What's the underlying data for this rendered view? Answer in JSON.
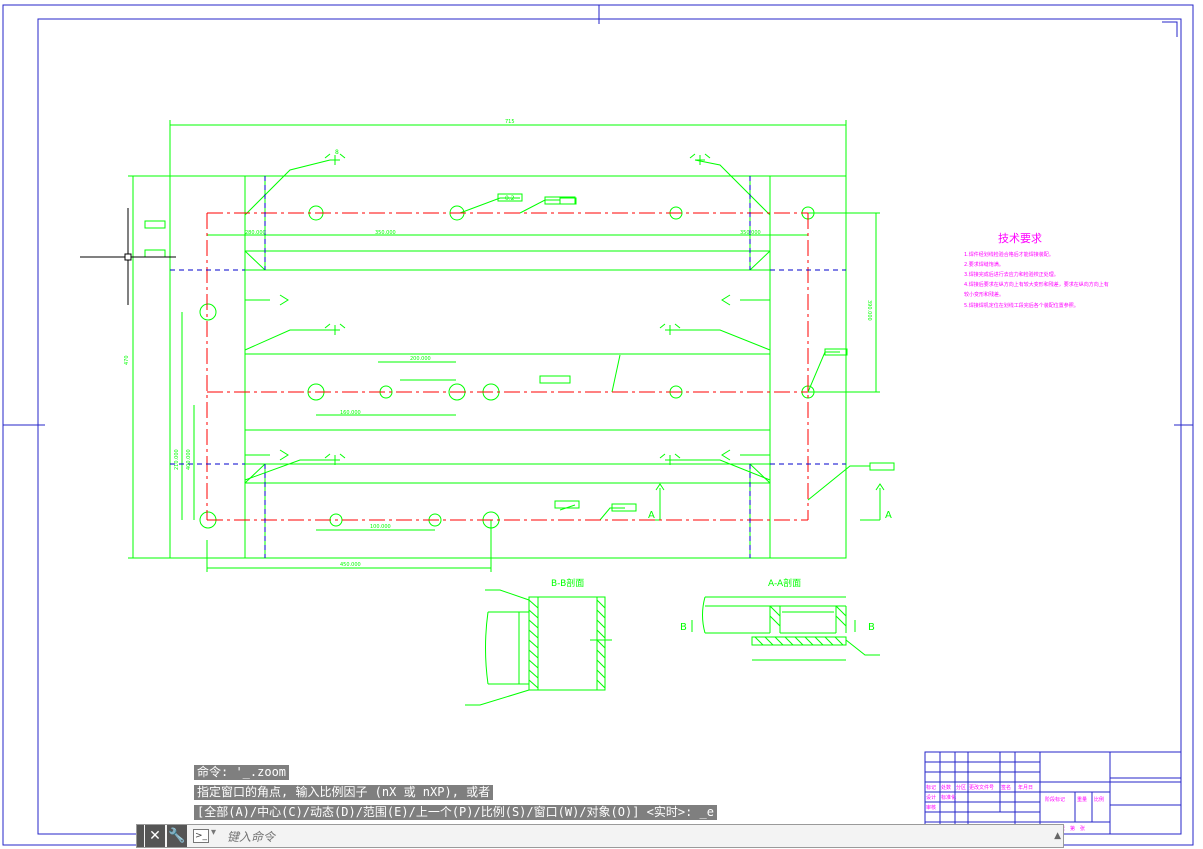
{
  "drawing": {
    "dim_overall_width": "715",
    "dim_inner_top": "280.000",
    "dim_bolt_spacing": "350.000",
    "dim_lower_left": "400.000",
    "dim_lower_bottom": "450.000",
    "dim_right_vertical": "390.000",
    "dim_left_vertical": "470",
    "dim_left_inner": "210.000",
    "dim_middle_a": "160.000",
    "dim_middle_b": "200.000",
    "dim_lower_center": "100.000",
    "section_bb_title": "B-B剖面",
    "section_aa_title": "A-A剖面",
    "section_mark_a": "A",
    "section_mark_b": "B",
    "weld_symbol": "8",
    "tol_flatness": "0.2",
    "tech_title": "技术要求",
    "tech_lines": [
      "1.焊件经划线检验合格后才能焊接装配。",
      "2.要求焊缝饱满。",
      "3.焊接完成后进行去应力和检验校正处理。",
      "4.焊接后要求在纵方向上有较大变形和残差，要求在纵向方向上有",
      "较小变形和残差。",
      "5.焊接焊机定位在划线工段完后各个装配位置参照。"
    ],
    "title_block": {
      "row1": [
        "标记",
        "处数",
        "分区",
        "更改文件号",
        "签名",
        "年月日"
      ],
      "row2": [
        "设计",
        "标准化",
        "阶段标记",
        "重量",
        "比例"
      ],
      "row3": [
        "审核"
      ],
      "row4": [
        "工艺",
        "批准",
        "共",
        "张",
        "第",
        "张"
      ]
    }
  },
  "command": {
    "history": [
      "命令: '_.zoom",
      "指定窗口的角点, 输入比例因子 (nX 或 nXP), 或者",
      "[全部(A)/中心(C)/动态(D)/范围(E)/上一个(P)/比例(S)/窗口(W)/对象(O)] <实时>: _e"
    ],
    "close_icon": "close-icon",
    "customize_icon": "wrench-icon",
    "prompt_icon": "command-prompt-icon",
    "placeholder": "键入命令"
  },
  "colors": {
    "frame": "#2626c8",
    "geometry": "#00ff00",
    "centerline": "#ff0000",
    "hidden": "#0000cc",
    "notes": "#ff00ff"
  }
}
